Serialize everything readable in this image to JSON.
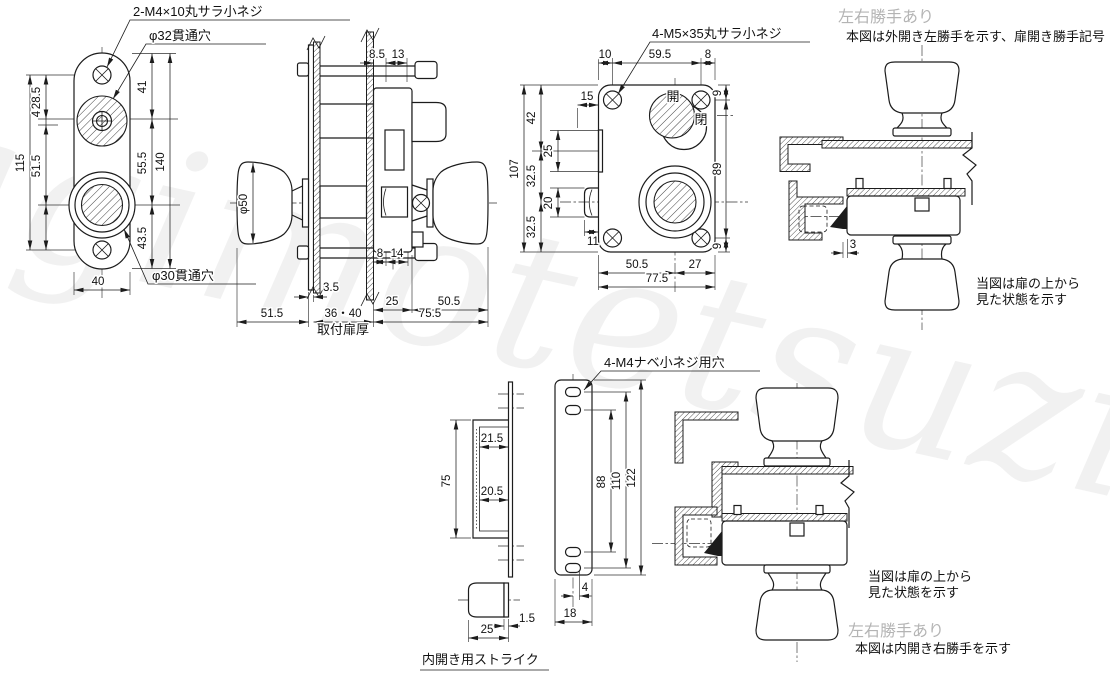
{
  "watermark": "kagimotetsuzin",
  "v1": {
    "screw_label": "2-M4×10丸サラ小ネジ",
    "hole32_label": "φ32貫通穴",
    "hole30_label": "φ30貫通穴",
    "dims": [
      "115",
      "28.5",
      "4",
      "51.5",
      "41",
      "55.5",
      "43.5",
      "140",
      "40"
    ]
  },
  "v2": {
    "door_thickness_label": "取付扉厚",
    "dims": [
      "8.5",
      "13",
      "φ50",
      "3.5",
      "8",
      "14",
      "25",
      "50.5",
      "51.5",
      "36・40",
      "75.5"
    ]
  },
  "v3": {
    "screw_label": "4-M5×35丸サラ小ネジ",
    "open_label": "開",
    "close_label": "閉",
    "dims": [
      "10",
      "59.5",
      "8",
      "107",
      "42",
      "32.5",
      "32.5",
      "25",
      "20",
      "15",
      "11",
      "9",
      "89",
      "9",
      "50.5",
      "27",
      "77.5"
    ]
  },
  "v4": {
    "handed_note": "左右勝手あり",
    "handed_detail": "本図は外開き左勝手を示す、扉開き勝手記号",
    "view_note_line1": "当図は扉の上から",
    "view_note_line2": "見た状態を示す",
    "dims": [
      "3"
    ]
  },
  "v5": {
    "title": "内開き用ストライク",
    "dims": [
      "75",
      "21.5",
      "20.5",
      "1.5",
      "25"
    ]
  },
  "v6": {
    "holes_label": "4-M4ナベ小ネジ用穴",
    "dims": [
      "88",
      "110",
      "122",
      "4",
      "18"
    ]
  },
  "v7": {
    "view_note_line1": "当図は扉の上から",
    "view_note_line2": "見た状態を示す",
    "handed_note": "左右勝手あり",
    "handed_detail": "本図は内開き右勝手を示す"
  }
}
